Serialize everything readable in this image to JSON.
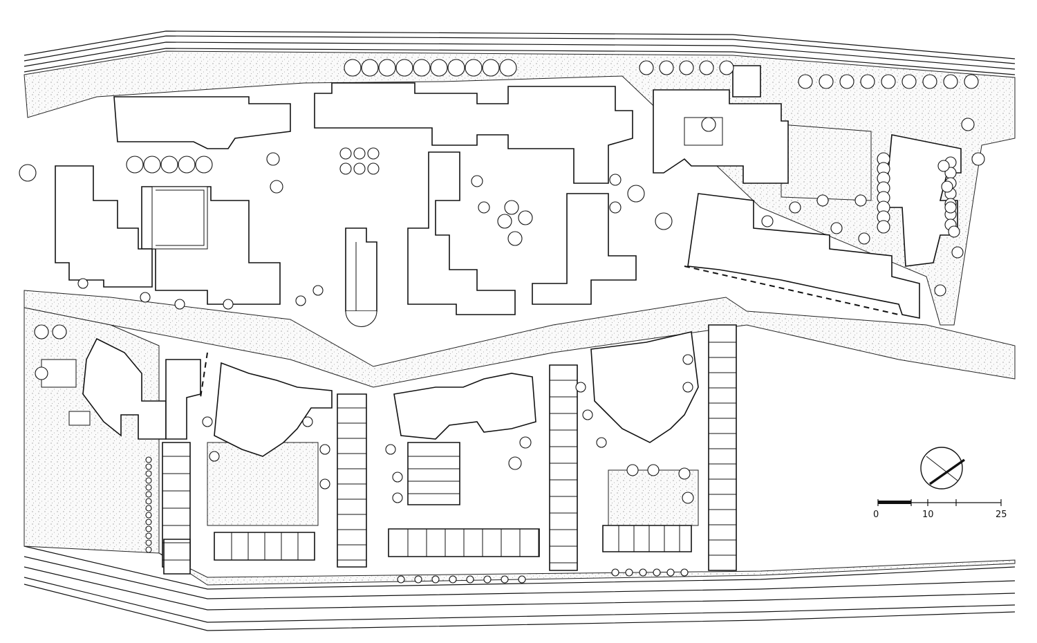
{
  "scale_bar": {
    "labels": [
      "0",
      "10",
      "25"
    ]
  },
  "north_arrow": {
    "icon": "north-arrow-icon"
  },
  "colors": {
    "ink": "#111111",
    "paper": "#ffffff"
  }
}
